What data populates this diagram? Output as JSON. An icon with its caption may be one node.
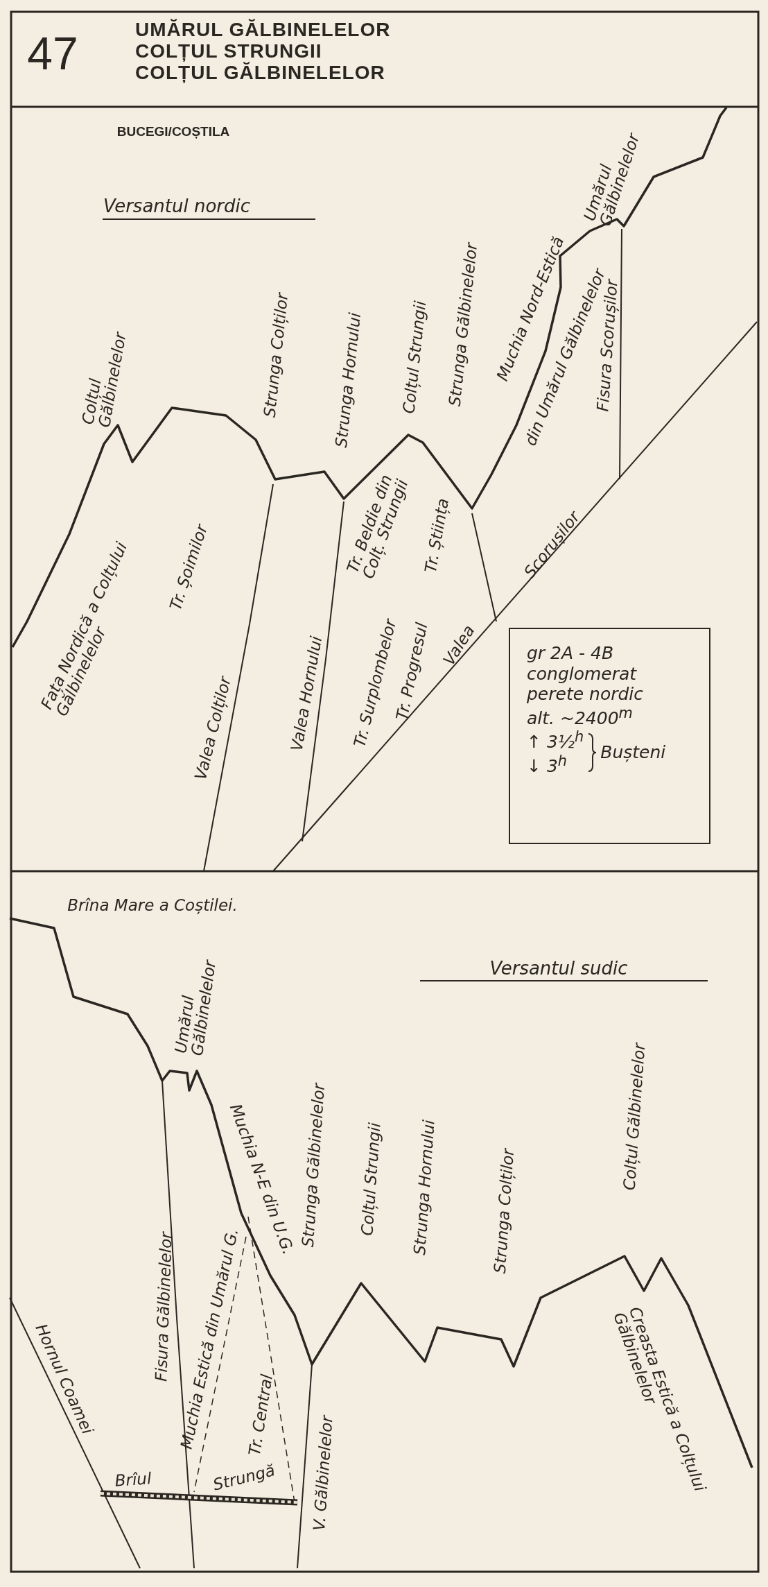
{
  "diagram": {
    "title": "UMĂRUL GĂLBINELELOR COLȚUL STRUNGII COLȚUL GĂLBINELELOR",
    "nodes": [
      {
        "text": [
          "gr 2A - 4B",
          "conglomerat",
          "perete nordic",
          "alt. ~2400$^{m}$",
          "↑ 3½$^{h}$",
          "↓ 3$^{h}$",
          "Bușteni"
        ]
      }
    ],
    "labels": [
      "47",
      "BUCEGI/COȘTILA",
      "Versantul nordic",
      "Umărul Gălbinelelor",
      "Muchia Nord-Estică",
      "din Umărul Gălbinelelor",
      "Strunga Gălbinelelor",
      "Colțul Strungii",
      "Strunga Hornului",
      "Strunga Colților",
      "Colțul Gălbinelelor",
      "Fisura Scorușilor",
      "Fața Nordică a Colțului Gălbinelelor",
      "Tr. Șoimilor",
      "Tr. Beldie din Colț. Strungii",
      "Tr. Știința",
      "Tr. Surplombelor",
      "Tr. Progresul",
      "Valea Hornului",
      "Valea Colților",
      "Valea",
      "Scorușilor",
      "Brîna Mare a Coștilei.",
      "Versantul sudic",
      "Umărul Gălbinelelor",
      "Muchia N-E din U.G.",
      "Strunga Gălbinelelor",
      "Colțul Strungii",
      "Strunga Hornului",
      "Strunga Colților",
      "Colțul Gălbinelelor",
      "Hornul Coamei",
      "Fisura Gălbinelelor",
      "Muchia Estică din Umărul G.",
      "Tr. Central",
      "Strungă",
      "Brîul",
      "V. Gălbinelelor",
      "Creasta Estică a Colțului Gălbinelelor"
    ]
  }
}
